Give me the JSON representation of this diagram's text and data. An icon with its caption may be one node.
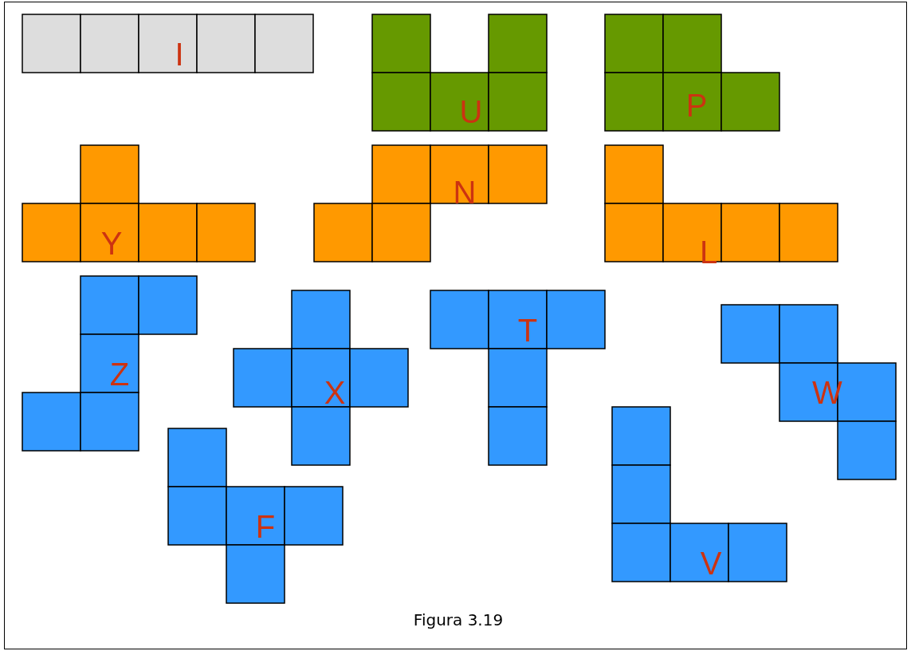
{
  "diagram": {
    "caption": "Figura 3.19",
    "nodes": [
      {
        "text": [
          "I"
        ]
      },
      {
        "text": [
          "U"
        ]
      },
      {
        "text": [
          "P"
        ]
      },
      {
        "text": [
          "Y"
        ]
      },
      {
        "text": [
          "N"
        ]
      },
      {
        "text": [
          "L"
        ]
      },
      {
        "text": [
          "Z"
        ]
      },
      {
        "text": [
          "X"
        ]
      },
      {
        "text": [
          "T"
        ]
      },
      {
        "text": [
          "W"
        ]
      },
      {
        "text": [
          "F"
        ]
      },
      {
        "text": [
          "V"
        ]
      }
    ]
  }
}
